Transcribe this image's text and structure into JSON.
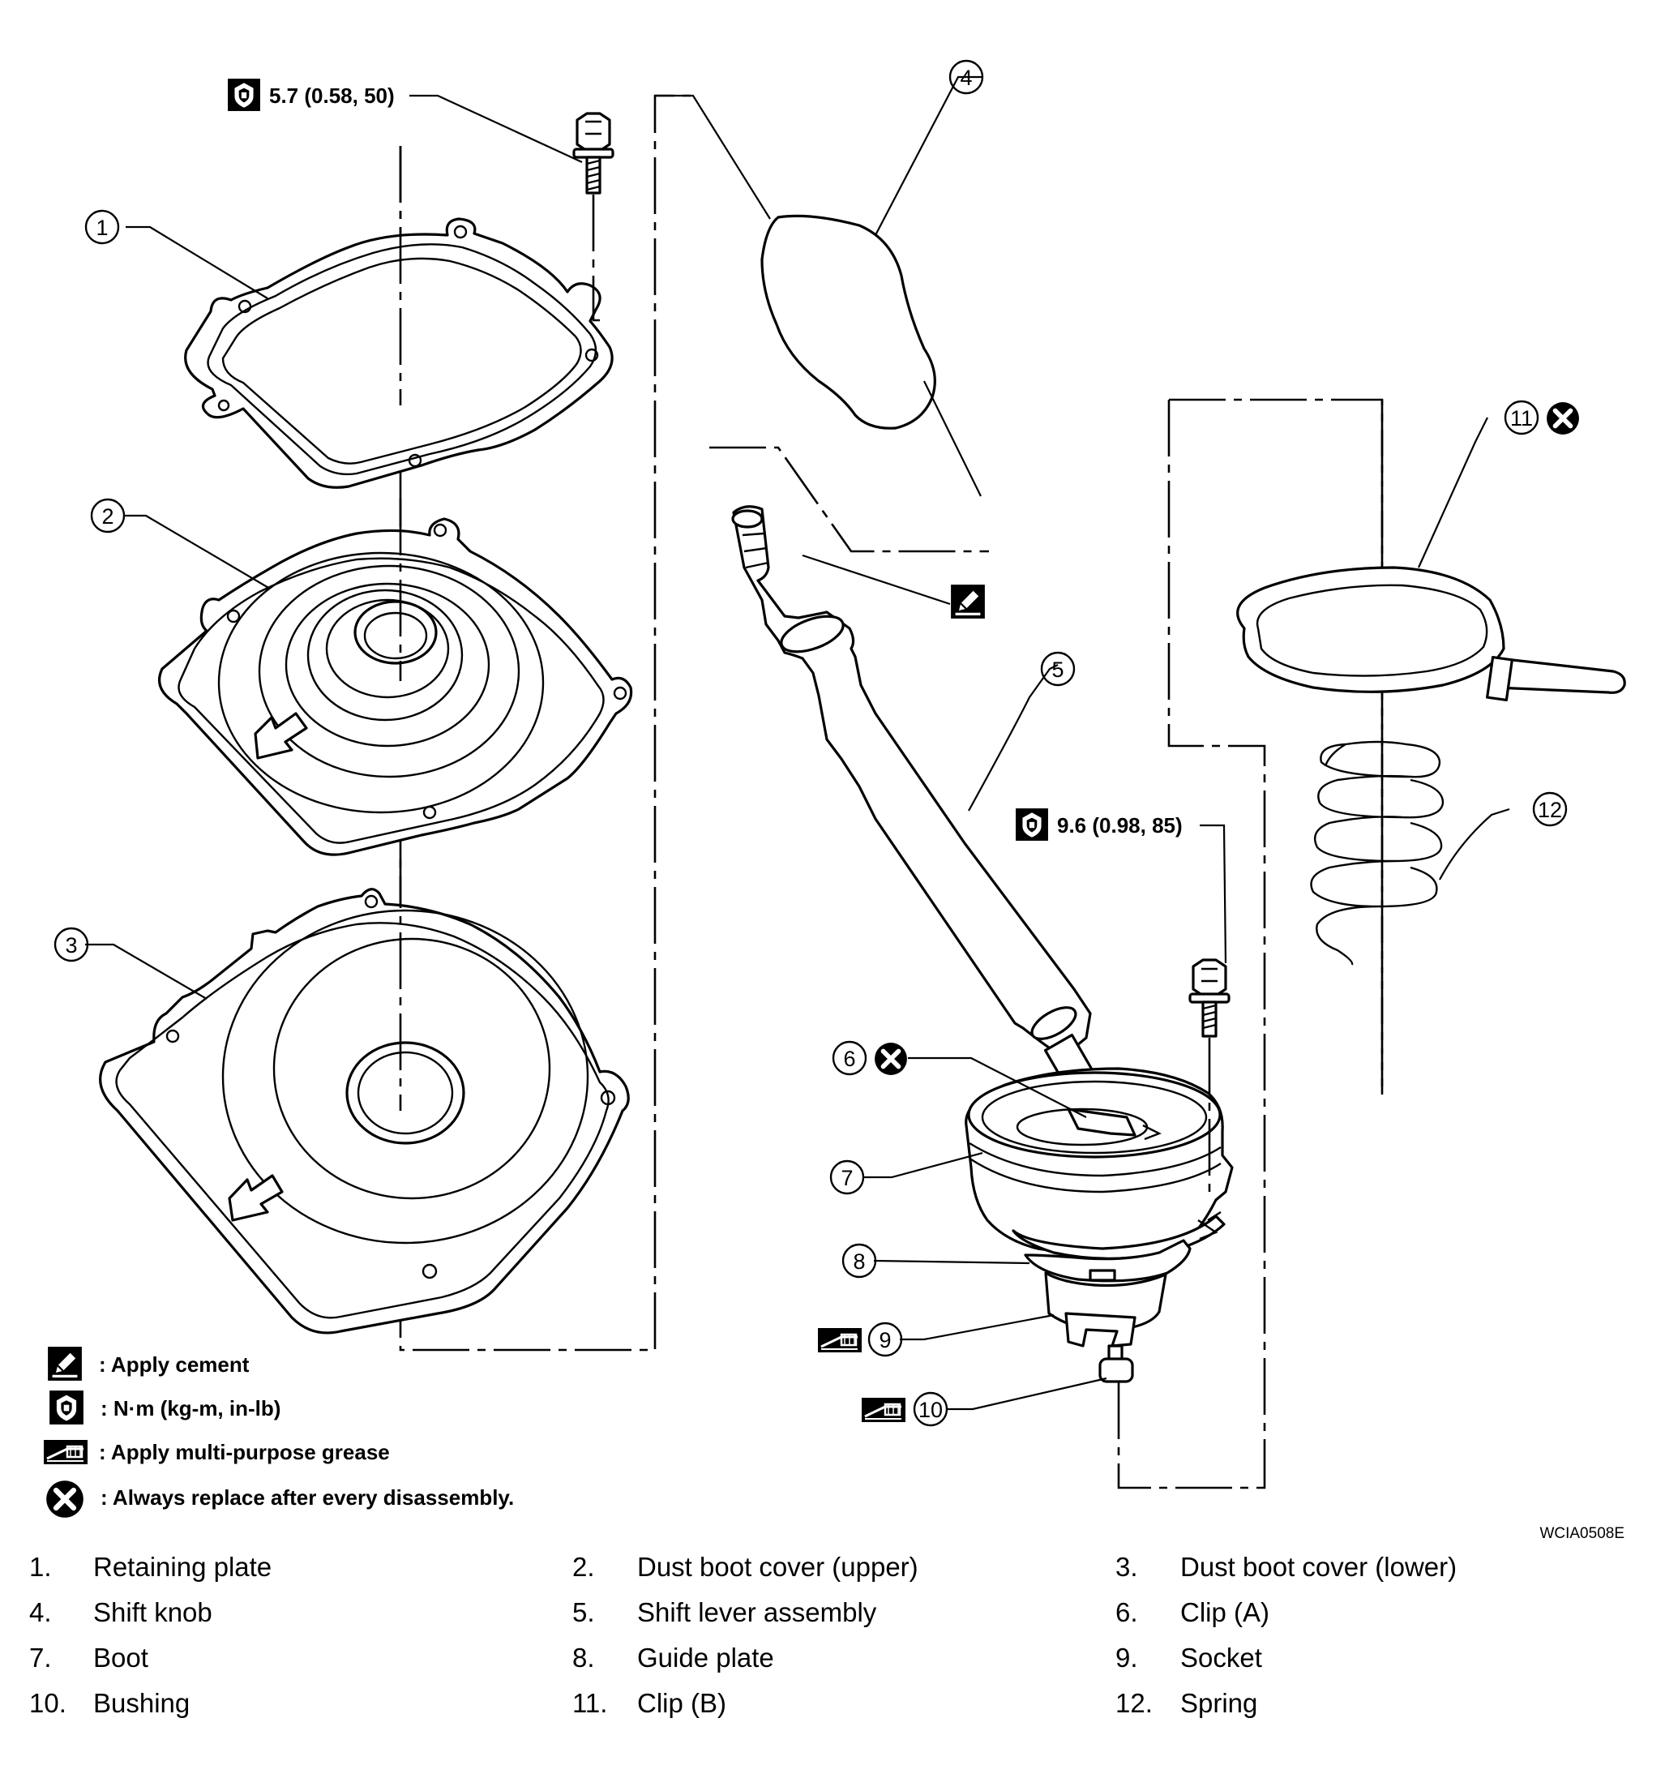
{
  "torque_specs": {
    "retaining_plate_bolt": "5.7 (0.58, 50)",
    "guide_plate_bolt": "9.6 (0.98, 85)"
  },
  "callouts": [
    "1",
    "2",
    "3",
    "4",
    "5",
    "6",
    "7",
    "8",
    "9",
    "10",
    "11",
    "12"
  ],
  "symbol_key": [
    {
      "icon": "apply-cement-icon",
      "text": ": Apply cement"
    },
    {
      "icon": "torque-wrench-icon",
      "text": ": N·m (kg-m, in-lb)"
    },
    {
      "icon": "grease-icon",
      "text": ": Apply multi-purpose grease"
    },
    {
      "icon": "replace-x-icon",
      "text": ": Always replace after every disassembly."
    }
  ],
  "figure_code": "WCIA0508E",
  "parts": [
    {
      "no": "1.",
      "name": "Retaining plate"
    },
    {
      "no": "2.",
      "name": "Dust boot cover (upper)"
    },
    {
      "no": "3.",
      "name": "Dust boot cover (lower)"
    },
    {
      "no": "4.",
      "name": "Shift knob"
    },
    {
      "no": "5.",
      "name": "Shift lever assembly"
    },
    {
      "no": "6.",
      "name": "Clip (A)"
    },
    {
      "no": "7.",
      "name": "Boot"
    },
    {
      "no": "8.",
      "name": "Guide plate"
    },
    {
      "no": "9.",
      "name": "Socket"
    },
    {
      "no": "10.",
      "name": "Bushing"
    },
    {
      "no": "11.",
      "name": "Clip (B)"
    },
    {
      "no": "12.",
      "name": "Spring"
    }
  ]
}
